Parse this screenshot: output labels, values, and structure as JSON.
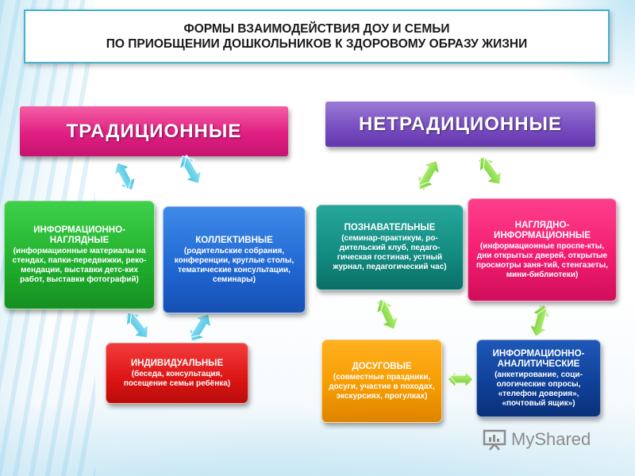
{
  "title": {
    "line1": "ФОРМЫ ВЗАИМОДЕЙСТВИЯ ДОУ И СЕМЬИ",
    "line2": "ПО ПРИОБЩЕНИИ ДОШКОЛЬНИКОВ К ЗДОРОВОМУ ОБРАЗУ ЖИЗНИ"
  },
  "headers": {
    "traditional": "ТРАДИЦИОННЫЕ",
    "nontraditional": "НЕТРАДИЦИОННЫЕ"
  },
  "nodes": {
    "info_visual": {
      "title": "ИНФОРМАЦИОННО-НАГЛЯДНЫЕ",
      "body": "(информационные материалы на стендах, папки-передвижки, реко-мендации, выставки детс-ких работ, выставки фотографий)"
    },
    "collective": {
      "title": "КОЛЛЕКТИВНЫЕ",
      "body": "(родительские собрания, конференции, круглые столы, тематические консультации, семинары)"
    },
    "individual": {
      "title": "ИНДИВИДУАЛЬНЫЕ",
      "body": "(беседа, консультация, посещение семьи ребёнка)"
    },
    "cognitive": {
      "title": "ПОЗНАВАТЕЛЬНЫЕ",
      "body": "(семинар-практикум, ро-дительский клуб, педаго-гическая гостиная, устный журнал, педагогический час)"
    },
    "visual_info": {
      "title": "НАГЛЯДНО-ИНФОРМАЦИОННЫЕ",
      "body": "(информационные проспе-кты, дни открытых дверей, открытые просмотры заня-тий, стенгазеты, мини-библиотеки)"
    },
    "leisure": {
      "title": "ДОСУГОВЫЕ",
      "body": "(совместные праздники, досуги, участие в походах, экскурсиях, прогулках)"
    },
    "analytical": {
      "title": "ИНФОРМАЦИОННО-АНАЛИТИЧЕСКИЕ",
      "body": "(анкетирование, соци-ологические опросы, «телефон доверия», «почтовый ящик»)"
    }
  },
  "colors": {
    "traditional_header": "#e01e82",
    "nontraditional_header": "#7a4fc2",
    "info_visual": "#1fae2c",
    "collective": "#1f66d2",
    "individual": "#dc1414",
    "cognitive": "#128a80",
    "visual_info": "#f01a6e",
    "leisure": "#f59a00",
    "analytical": "#0e3f96",
    "arrow_blue": "#5fd0ea",
    "arrow_green": "#8fe04a"
  },
  "logo": {
    "text": "MyShared"
  }
}
